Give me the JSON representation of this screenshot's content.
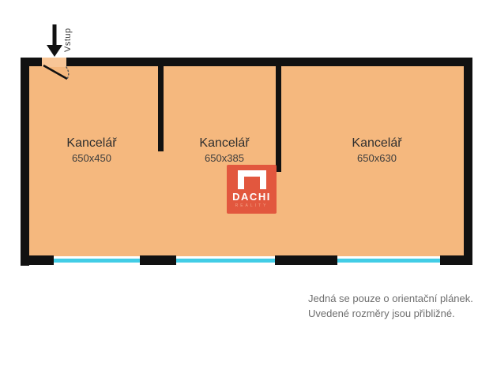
{
  "plan": {
    "entrance_label": "Vstup",
    "rooms": [
      {
        "name": "Kancelář",
        "dimensions": "650x450"
      },
      {
        "name": "Kancelář",
        "dimensions": "650x385"
      },
      {
        "name": "Kancelář",
        "dimensions": "650x630"
      }
    ]
  },
  "watermark": {
    "brand": "DACHI",
    "tagline": "REALITY"
  },
  "disclaimer": {
    "line1": "Jedná se pouze o orientační plánek.",
    "line2": "Uvedené rozměry jsou přibližné."
  },
  "colors": {
    "floor": "#F5B87E",
    "wall": "#111111",
    "window": "#42CDE6",
    "logo_background": "#E2573E",
    "logo_tagline_text": "#F2A488"
  }
}
